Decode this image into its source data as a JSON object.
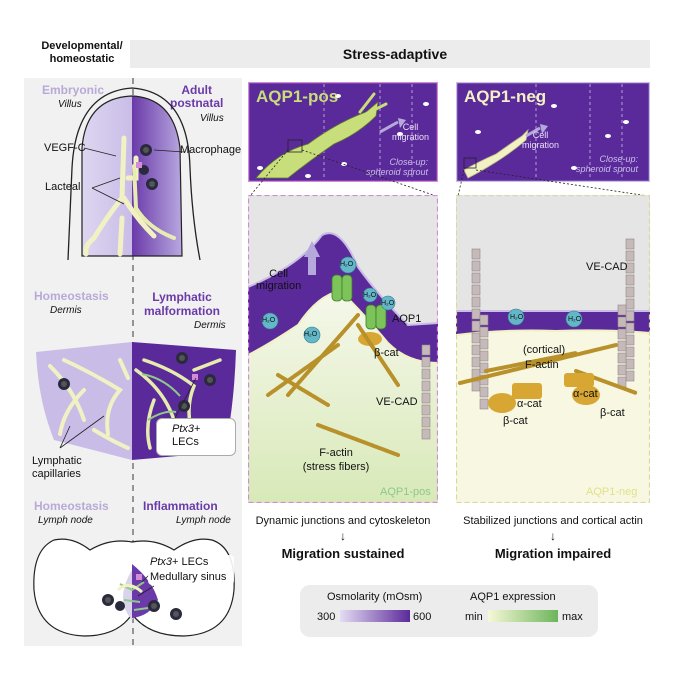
{
  "header": {
    "left_line1": "Developmental/",
    "left_line2": "homeostatic",
    "right": "Stress-adaptive"
  },
  "left_panel": {
    "row1": {
      "left_title": "Embryonic",
      "left_sub": "Villus",
      "right_title_line1": "Adult",
      "right_title_line2": "postnatal",
      "right_sub": "Villus",
      "label_vegfc": "VEGF-C",
      "label_lacteal": "Lacteal",
      "label_macrophage": "Macrophage"
    },
    "row2": {
      "left_title": "Homeostasis",
      "left_sub": "Dermis",
      "right_title_line1": "Lymphatic",
      "right_title_line2": "malformation",
      "right_sub": "Dermis",
      "label_capillaries_line1": "Lymphatic",
      "label_capillaries_line2": "capillaries",
      "label_ptx3_italic": "Ptx3",
      "label_ptx3_rest": "+",
      "label_lecs": "LECs"
    },
    "row3": {
      "left_title": "Homeostasis",
      "left_sub": "Lymph node",
      "right_title": "Inflammation",
      "right_sub": "Lymph node",
      "label_ptx3_italic": "Ptx3",
      "label_ptx3_rest": "+ LECs",
      "label_sinus": "Medullary sinus"
    }
  },
  "aqp1_pos": {
    "header": "AQP1-pos",
    "cell_migration_line1": "Cell",
    "cell_migration_line2": "migration",
    "closeup_line1": "Close-up:",
    "closeup_line2": "spheroid sprout",
    "detail": {
      "cell_migration_line1": "Cell",
      "cell_migration_line2": "migration",
      "h2o": "H₂O",
      "aqp1": "AQP1",
      "beta_cat": "β-cat",
      "ve_cad": "VE-CAD",
      "factin_line1": "F-actin",
      "factin_line2": "(stress fibers)",
      "corner": "AQP1-pos"
    },
    "caption": "Dynamic junctions and cytoskeleton",
    "arrow": "↓",
    "result": "Migration sustained"
  },
  "aqp1_neg": {
    "header": "AQP1-neg",
    "cell_migration_line1": "Cell",
    "cell_migration_line2": "migration",
    "closeup_line1": "Close-up:",
    "closeup_line2": "spheroid sprout",
    "detail": {
      "ve_cad": "VE-CAD",
      "h2o": "H₂O",
      "cortical": "(cortical)",
      "factin": "F-actin",
      "alpha_cat": "α-cat",
      "beta_cat": "β-cat",
      "corner": "AQP1-neg"
    },
    "caption": "Stabilized junctions and cortical actin",
    "arrow": "↓",
    "result": "Migration impaired"
  },
  "legend": {
    "osmolarity_title": "Osmolarity (mOsm)",
    "osm_min": "300",
    "osm_max": "600",
    "aqp1_title": "AQP1 expression",
    "aqp_min": "min",
    "aqp_max": "max"
  },
  "colors": {
    "purple_dark": "#5b2a9a",
    "purple_light": "#c9bde8",
    "lymph_yellow": "#f1f1c4",
    "aqp_green": "#7cc35a",
    "actin_gold": "#b8912a",
    "membrane_pink": "#d58ad9"
  }
}
